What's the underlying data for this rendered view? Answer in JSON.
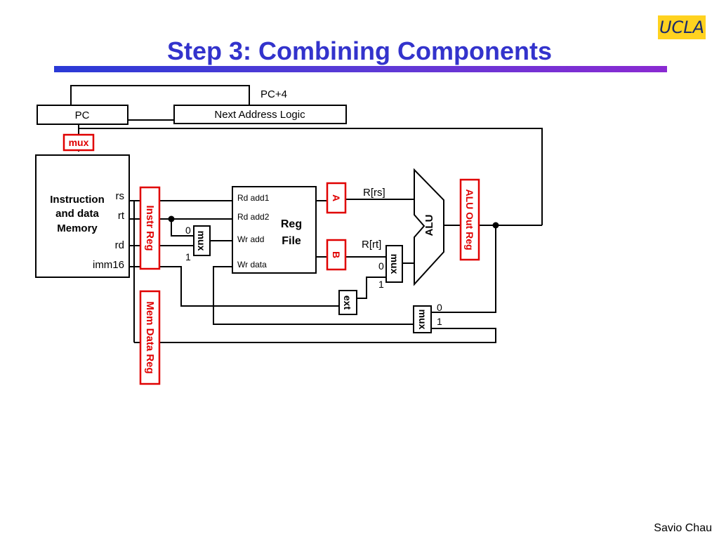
{
  "slide": {
    "title": "Step 3: Combining Components",
    "logo": "UCLA",
    "author": "Savio Chau"
  },
  "diagram": {
    "pc_label": "PC",
    "pc_plus4": "PC+4",
    "next_addr": "Next Address Logic",
    "mux_top": "mux",
    "memory_lines": [
      "Instruction",
      "and data",
      "Memory"
    ],
    "mem_out": {
      "rs": "rs",
      "rt": "rt",
      "rd": "rd",
      "imm16": "imm16"
    },
    "instr_reg": "Instr Reg",
    "mem_data_reg": "Mem Data Reg",
    "mux_wr": "mux",
    "mux_wr_0": "0",
    "mux_wr_1": "1",
    "reg_ports": {
      "rd_add1": "Rd add1",
      "rd_add2": "Rd add2",
      "wr_add": "Wr add",
      "wr_data": "Wr data"
    },
    "reg_file": [
      "Reg",
      "File"
    ],
    "reg_a": "A",
    "reg_b": "B",
    "r_rs": "R[rs]",
    "r_rt": "R[rt]",
    "mux_alu": "mux",
    "mux_alu_0": "0",
    "mux_alu_1": "1",
    "alu": "ALU",
    "alu_out_reg": "ALU Out Reg",
    "ext": "ext",
    "mux_wb": "mux",
    "mux_wb_0": "0",
    "mux_wb_1": "1"
  }
}
